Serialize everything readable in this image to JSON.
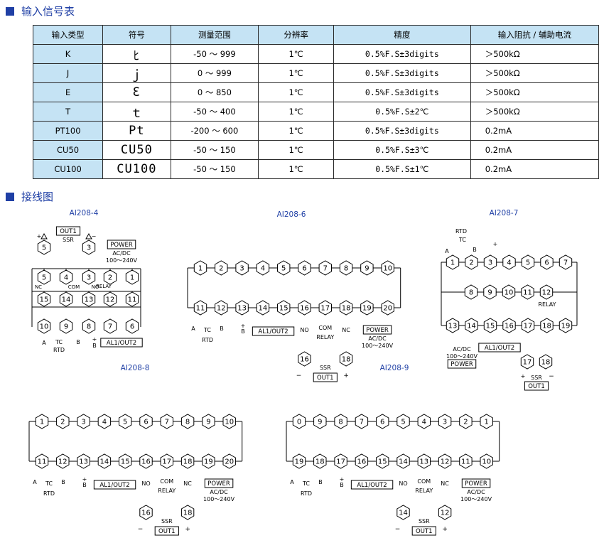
{
  "section1": {
    "title": "输入信号表"
  },
  "section2": {
    "title": "接线图"
  },
  "table": {
    "headers": [
      "输入类型",
      "符号",
      "测量范围",
      "分辨率",
      "精度",
      "输入阻抗 / 辅助电流"
    ],
    "rows": [
      [
        "K",
        "ﾋ",
        "-50 ～ 999",
        "1℃",
        "0.5%F.S±3digits",
        "＞500kΩ"
      ],
      [
        "J",
        "ｊ",
        "0 ～ 999",
        "1℃",
        "0.5%F.S±3digits",
        "＞500kΩ"
      ],
      [
        "E",
        "Ɛ",
        "0 ～ 850",
        "1℃",
        "0.5%F.S±3digits",
        "＞500kΩ"
      ],
      [
        "T",
        "ｔ",
        "-50 ～ 400",
        "1℃",
        "0.5%F.S±2℃",
        "＞500kΩ"
      ],
      [
        "PT100",
        "Pt",
        "-200 ～ 600",
        "1℃",
        "0.5%F.S±3digits",
        "0.2mA"
      ],
      [
        "CU50",
        "CU50",
        "-50 ～ 150",
        "1℃",
        "0.5%F.S±3℃",
        "0.2mA"
      ],
      [
        "CU100",
        "CU100",
        "-50 ～ 150",
        "1℃",
        "0.5%F.S±1℃",
        "0.2mA"
      ]
    ]
  },
  "diagrams": {
    "ai2084": {
      "title": "AI208-4",
      "out1": "OUT1",
      "ssr": "SSR",
      "power": "POWER",
      "acdc": "AC/DC",
      "volt": "100～240V",
      "com": "COM",
      "nc": "NC",
      "no": "NO",
      "relay": "RELAY",
      "al": "AL1/OUT2",
      "rtd": "RTD",
      "tc": "TC",
      "a": "A",
      "b": "B",
      "top": [
        "5",
        "3"
      ],
      "row1": [
        "5",
        "4",
        "3",
        "2",
        "1"
      ],
      "row2": [
        "15",
        "14",
        "13",
        "12",
        "11"
      ],
      "row3": [
        "10",
        "9",
        "8",
        "7",
        "6"
      ]
    },
    "ai2086": {
      "title": "AI208-6",
      "top": [
        "1",
        "2",
        "3",
        "4",
        "5",
        "6",
        "7",
        "8",
        "9",
        "10"
      ],
      "bottom": [
        "11",
        "12",
        "13",
        "14",
        "15",
        "16",
        "17",
        "18",
        "19",
        "20"
      ],
      "ssr_l": "16",
      "ssr_r": "18",
      "com": "COM",
      "no": "NO",
      "nc": "NC",
      "relay": "RELAY",
      "al": "AL1/OUT2",
      "power": "POWER",
      "acdc": "AC/DC",
      "volt": "100～240V",
      "ssr": "SSR",
      "out1": "OUT1",
      "rtd": "RTD",
      "tc": "TC",
      "a": "A",
      "b": "B"
    },
    "ai2087": {
      "title": "AI208-7",
      "top": [
        "1",
        "2",
        "3",
        "4",
        "5",
        "6",
        "7"
      ],
      "mid": [
        "8",
        "9",
        "10",
        "11",
        "12"
      ],
      "bottom": [
        "13",
        "14",
        "15",
        "16",
        "17",
        "18",
        "19"
      ],
      "ssr_l": "17",
      "ssr_r": "18",
      "relay": "RELAY",
      "al": "AL1/OUT2",
      "power": "POWER",
      "acdc": "AC/DC",
      "volt": "100～240V",
      "ssr": "SSR",
      "out1": "OUT1",
      "rtd": "RTD",
      "tc": "TC",
      "a": "A",
      "b": "B"
    },
    "ai2088": {
      "title": "AI208-8",
      "top": [
        "1",
        "2",
        "3",
        "4",
        "5",
        "6",
        "7",
        "8",
        "9",
        "10"
      ],
      "bottom": [
        "11",
        "12",
        "13",
        "14",
        "15",
        "16",
        "17",
        "18",
        "19",
        "20"
      ],
      "ssr_l": "16",
      "ssr_r": "18",
      "com": "COM",
      "no": "NO",
      "nc": "NC",
      "relay": "RELAY",
      "al": "AL1/OUT2",
      "power": "POWER",
      "acdc": "AC/DC",
      "volt": "100～240V",
      "ssr": "SSR",
      "out1": "OUT1",
      "rtd": "RTD",
      "tc": "TC",
      "a": "A",
      "b": "B"
    },
    "ai2089": {
      "title": "AI208-9",
      "top": [
        "0",
        "9",
        "8",
        "7",
        "6",
        "5",
        "4",
        "3",
        "2",
        "1"
      ],
      "bottom": [
        "19",
        "18",
        "17",
        "16",
        "15",
        "14",
        "13",
        "12",
        "11",
        "10"
      ],
      "ssr_l": "14",
      "ssr_r": "12",
      "com": "COM",
      "no": "NO",
      "nc": "NC",
      "relay": "RELAY",
      "al": "AL1/OUT2",
      "power": "POWER",
      "acdc": "AC/DC",
      "volt": "100～240V",
      "ssr": "SSR",
      "out1": "OUT1",
      "rtd": "RTD",
      "tc": "TC",
      "a": "A",
      "b": "B"
    }
  },
  "colors": {
    "accent": "#1f3fa5",
    "header_bg": "#c5e3f4",
    "title_text": "#1f3fa5"
  }
}
